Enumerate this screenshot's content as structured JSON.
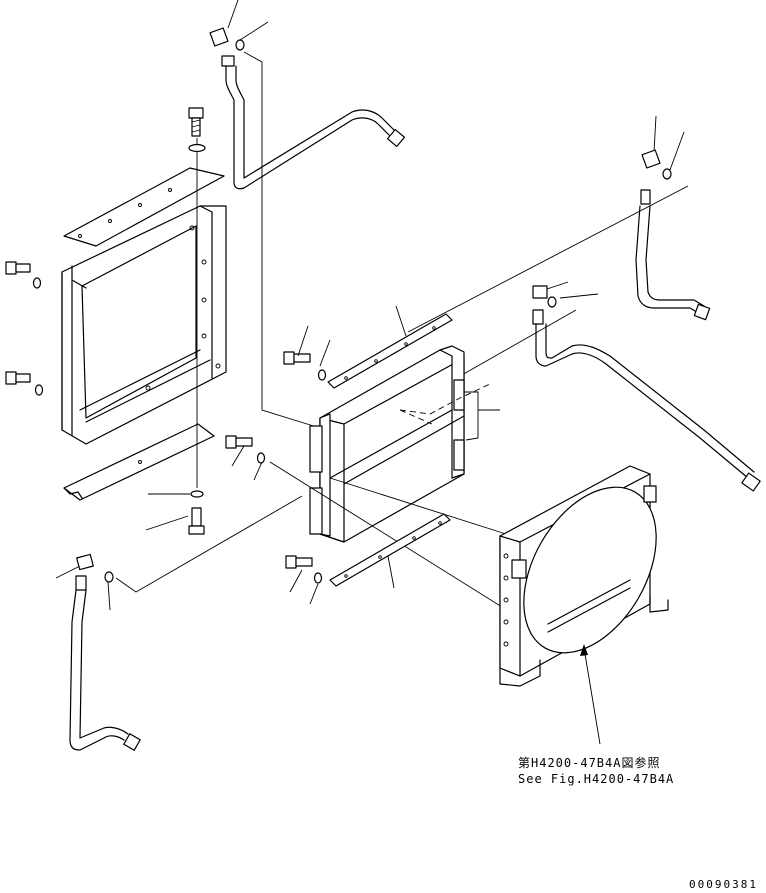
{
  "reference_note": {
    "japanese": "第H4200-47B4A図参照",
    "english": "See Fig.H4200-47B4A"
  },
  "drawing_number": "00090381"
}
